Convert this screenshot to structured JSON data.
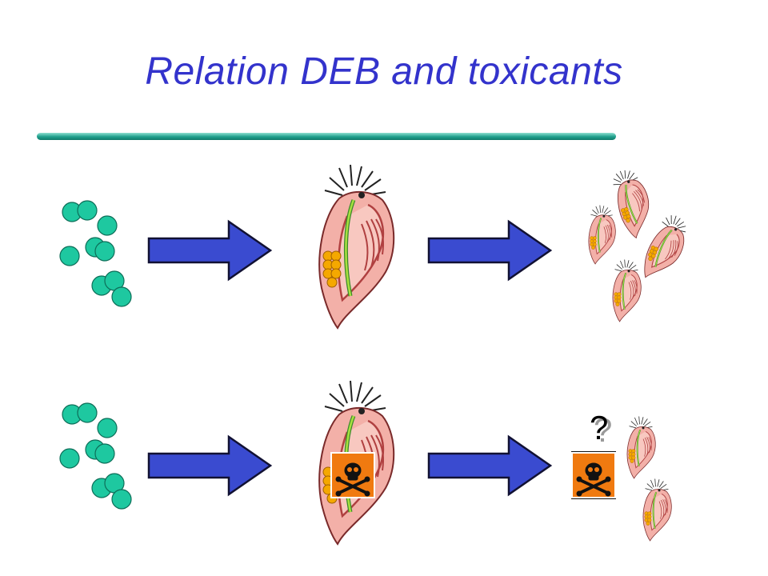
{
  "title": "Relation DEB and toxicants",
  "question_mark": "?",
  "colors": {
    "title": "#3333cc",
    "rule": "#1f9f8c",
    "food_cell": "#1ec8a0",
    "arrow": "#3a4bd0",
    "daphnia_body": "#f3b0a8",
    "toxic_sign": "#f07a10"
  },
  "rows": [
    {
      "label_hidden": "",
      "food": "food-cells",
      "organism": "daphnia-adult",
      "offspring_count": 4,
      "toxicant": false
    },
    {
      "label_hidden": "",
      "food": "food-cells",
      "organism": "daphnia-adult",
      "offspring_count": 2,
      "toxicant": true
    }
  ]
}
